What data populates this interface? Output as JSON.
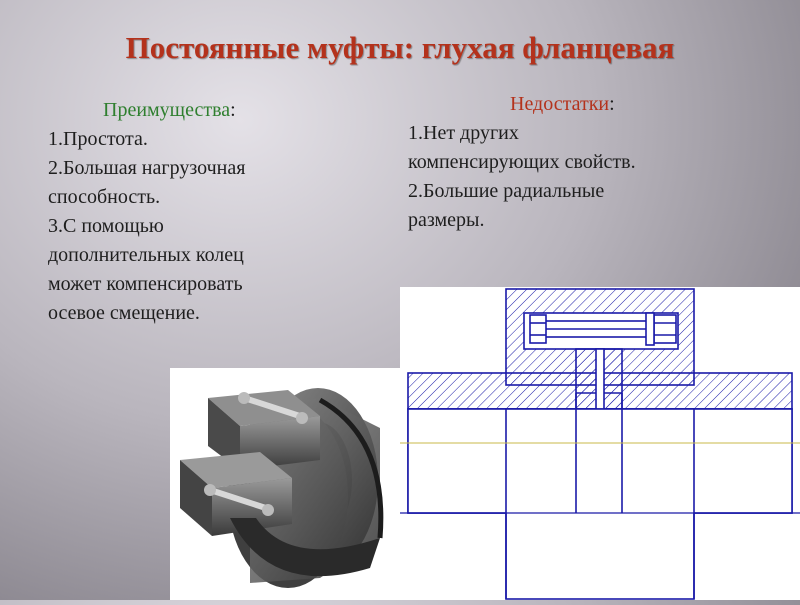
{
  "slide": {
    "title": "Постоянные муфты: глухая фланцевая"
  },
  "advantages": {
    "heading": "Преимущества",
    "colon": ":",
    "items": [
      "1.Простота.",
      "2.Большая нагрузочная",
      "способность.",
      "3.С помощью",
      "дополнительных колец",
      "может компенсировать",
      "осевое смещение."
    ]
  },
  "disadvantages": {
    "heading": "Недостатки",
    "colon": ":",
    "items": [
      "1.Нет других",
      "компенсирующих свойств.",
      "2.Большие радиальные",
      "размеры."
    ]
  },
  "colors": {
    "title": "#b4321c",
    "advantages_heading": "#2f7f2f",
    "disadvantages_heading": "#b4321c",
    "drawing_lines": "#1a1aa8",
    "axis_line": "#c8b84a"
  }
}
